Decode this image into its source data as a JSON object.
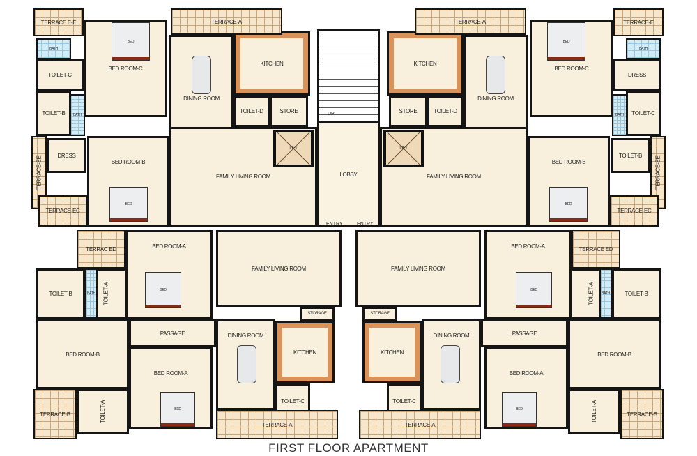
{
  "title": "FIRST FLOOR APARTMENT",
  "colors": {
    "wall": "#151515",
    "floor": "#f8f0dc",
    "terrace_tile": "#f6e6cc",
    "bath_tile": "#d6ecf4",
    "counter": "#d9925a",
    "tv_unit": "#8b2a14"
  },
  "core": {
    "lobby": "LOBBY",
    "up": "UP",
    "entry_left": "ENTRY",
    "entry_right": "ENTRY"
  },
  "top_left": {
    "rooms": [
      "TERRACE E-E",
      "BED ROOM-C",
      "BATH",
      "TOILET-C",
      "TOILET-B",
      "BATH",
      "DRESS",
      "TERRACE-EE",
      "BED ROOM-B",
      "TERRACE-EC",
      "DINING ROOM",
      "KITCHEN",
      "TOILET-D",
      "STORE",
      "FAMILY LIVING ROOM",
      "LIFT",
      "TERRACE-A",
      "BED",
      "BED"
    ]
  },
  "top_right": {
    "rooms": [
      "TERRACE-E",
      "BED ROOM-C",
      "BATH",
      "DRESS",
      "TOILET-C",
      "BATH",
      "TOILET-B",
      "TERRACE-EE",
      "BED ROOM-B",
      "TERRACE-EC",
      "DINING ROOM",
      "KITCHEN",
      "TOILET-D",
      "STORE",
      "FAMILY LIVING ROOM",
      "LIFT",
      "TERRACE-A",
      "BED",
      "BED"
    ]
  },
  "bottom_left": {
    "rooms": [
      "TERRAC ED",
      "BED ROOM-A",
      "TOILET-B",
      "TOILET-A",
      "BATH",
      "BED ROOM-B",
      "PASSAGE",
      "BED ROOM-A",
      "TOILET-A",
      "TERRACE-B",
      "FAMILY LIVING ROOM",
      "DINING ROOM",
      "STORAGE",
      "KITCHEN",
      "TOILET-C",
      "TERRACE-A",
      "BED",
      "BED"
    ]
  },
  "bottom_right": {
    "rooms": [
      "TERRACE ED",
      "BED ROOM-A",
      "TOILET-B",
      "TOILET-A",
      "BATH",
      "BED ROOM-B",
      "PASSAGE",
      "BED ROOM-A",
      "TOILET-A",
      "TERRACE-B",
      "FAMILY LIVING ROOM",
      "DINING ROOM",
      "STORAGE",
      "KITCHEN",
      "TOILET-C",
      "TERRACE-A",
      "BED",
      "BED"
    ]
  }
}
